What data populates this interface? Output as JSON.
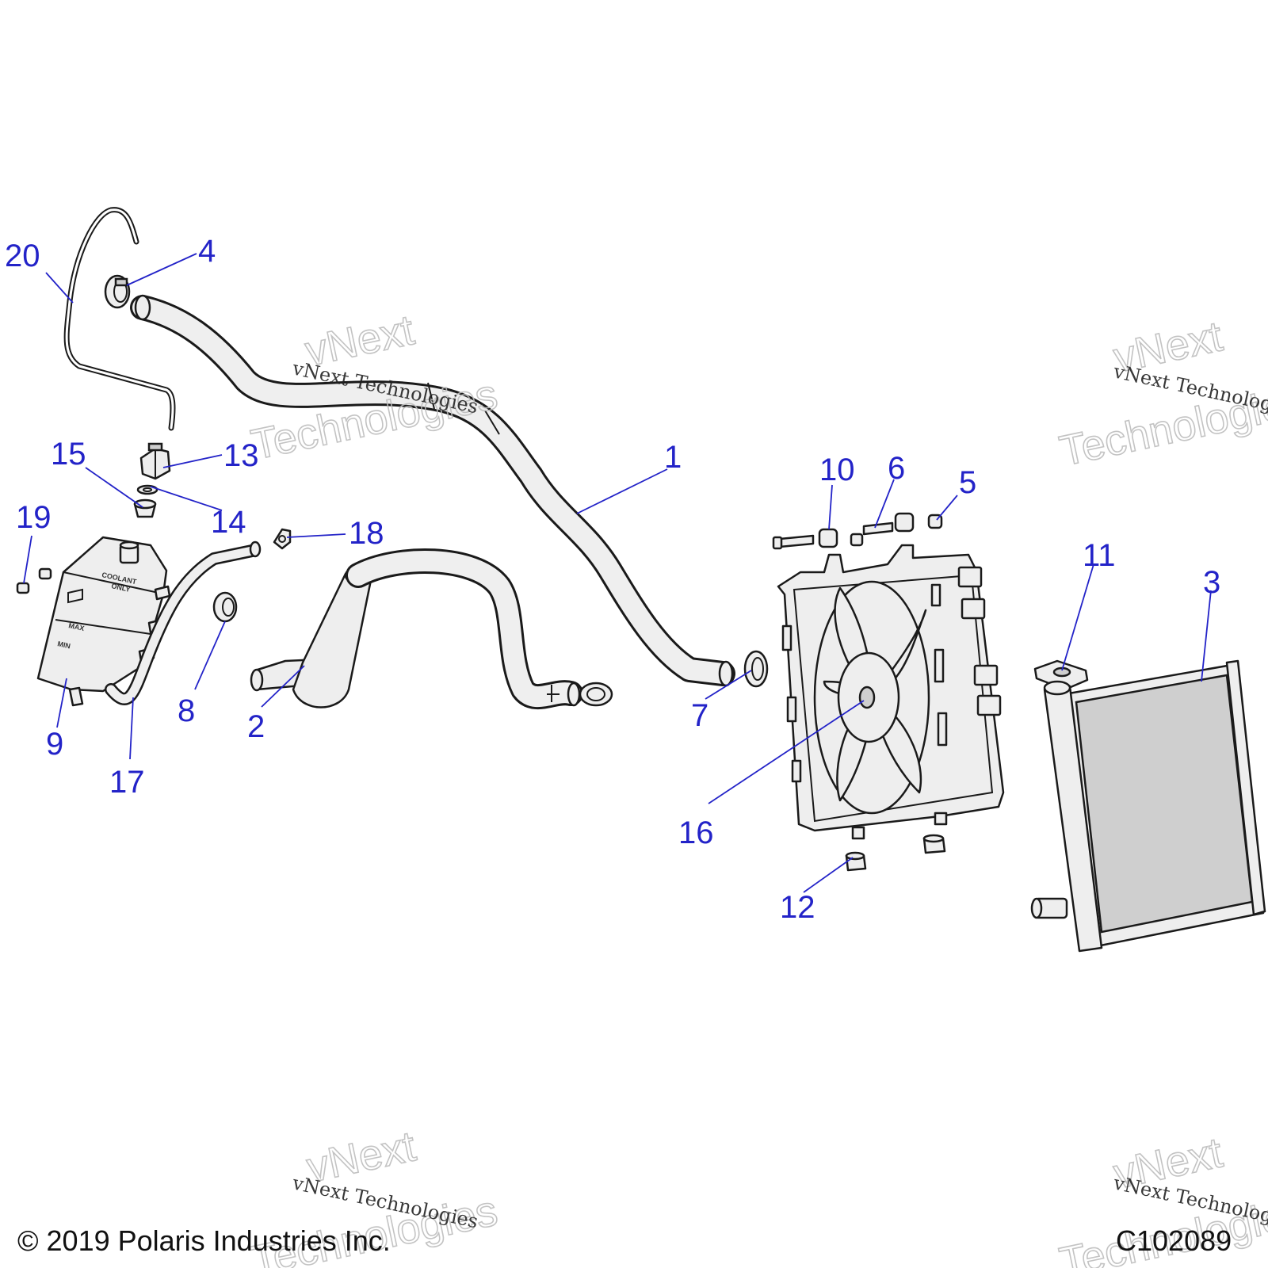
{
  "callouts": {
    "c1": "1",
    "c2": "2",
    "c3": "3",
    "c4": "4",
    "c5": "5",
    "c6": "6",
    "c7": "7",
    "c8": "8",
    "c9": "9",
    "c10": "10",
    "c11": "11",
    "c12": "12",
    "c13": "13",
    "c14": "14",
    "c15": "15",
    "c16": "16",
    "c17": "17",
    "c18": "18",
    "c19": "19",
    "c20": "20"
  },
  "reservoir_label": {
    "line1": "COOLANT",
    "line2": "ONLY",
    "max": "MAX",
    "min": "MIN"
  },
  "watermark": {
    "script": "vNext Technologies",
    "outline1": "vNext",
    "outline2": "Technologies"
  },
  "footer": {
    "copyright": "© 2019 Polaris Industries Inc.",
    "code": "C102089"
  },
  "colors": {
    "callout": "#2323c8",
    "line": "#1a1a1a",
    "part_fill": "#eeeeee"
  }
}
